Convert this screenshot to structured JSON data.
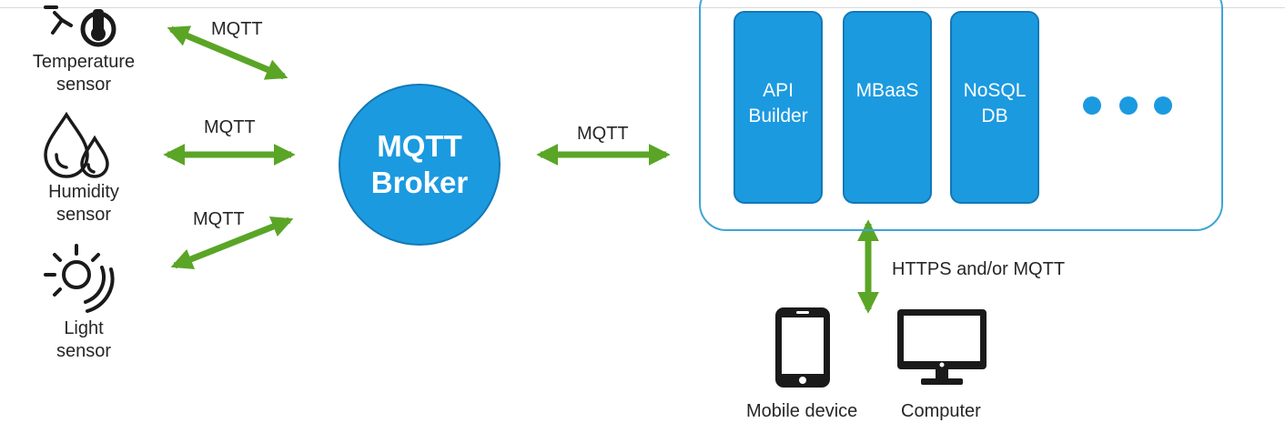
{
  "sensors": {
    "temperature": "Temperature\nsensor",
    "humidity": "Humidity\nsensor",
    "light": "Light\nsensor"
  },
  "links": {
    "mqtt_1": "MQTT",
    "mqtt_2": "MQTT",
    "mqtt_3": "MQTT",
    "mqtt_broker_cloud": "MQTT",
    "https_mqtt": "HTTPS and/or MQTT"
  },
  "broker": {
    "label": "MQTT\nBroker"
  },
  "cloud": {
    "services": [
      {
        "label": "API\nBuilder"
      },
      {
        "label": "MBaaS"
      },
      {
        "label": "NoSQL\nDB"
      }
    ]
  },
  "clients": {
    "mobile": "Mobile device",
    "computer": "Computer"
  },
  "colors": {
    "arrow": "#5aa526",
    "service_blue": "#1b9ae0",
    "icon": "#1a1a1a"
  }
}
